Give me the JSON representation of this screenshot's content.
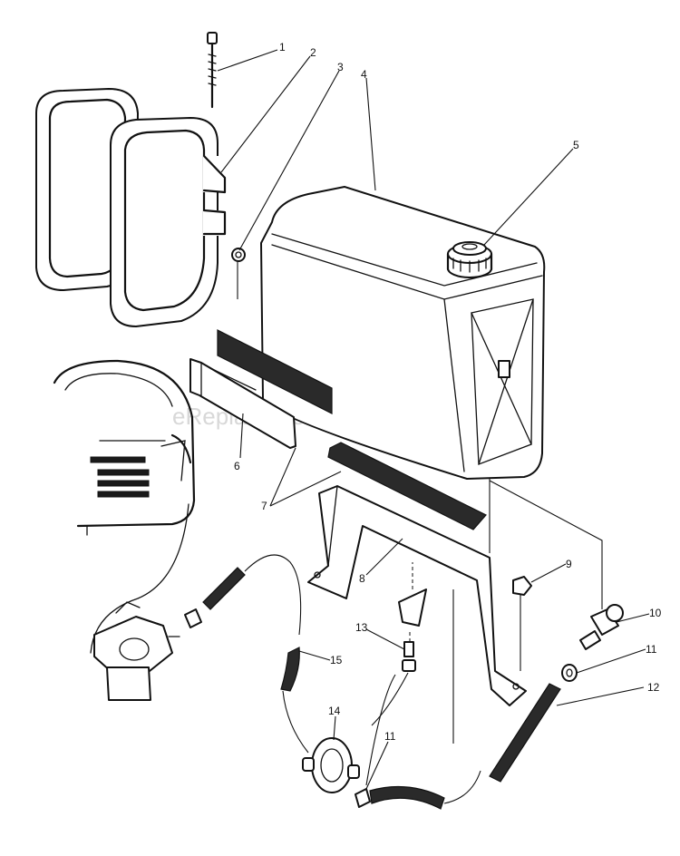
{
  "watermark": "eReplacementParts.com",
  "callouts": [
    "1",
    "2",
    "3",
    "4",
    "5",
    "6",
    "7",
    "8",
    "9",
    "10",
    "11",
    "12",
    "13",
    "14",
    "15",
    "11"
  ]
}
